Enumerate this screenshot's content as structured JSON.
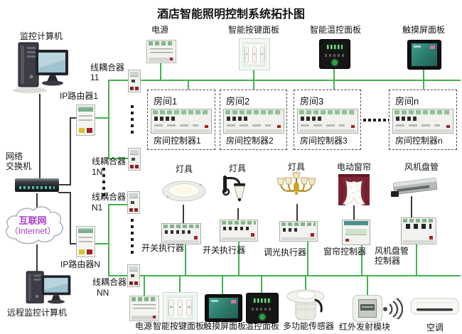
{
  "title": "酒店智能照明控制系统拓扑图",
  "network": {
    "monitor_computer": "监控计算机",
    "ip_router_1": "IP路由器1",
    "network_switch": "网络\n交换机",
    "internet_cn": "互联网",
    "internet_en": "（Internet）",
    "ip_router_n": "IP路由器N",
    "remote_computer": "远程监控计算机"
  },
  "couplers": {
    "label": "线耦合器",
    "ids": [
      "11",
      "1N",
      "N1",
      "NN"
    ]
  },
  "top_devices": {
    "power": "电源",
    "keypad": "智能按键面板",
    "thermostat": "智能温控面板",
    "touchscreen": "触摸屏面板"
  },
  "rooms": [
    {
      "name": "房间1",
      "controller": "房间控制器1"
    },
    {
      "name": "房间2",
      "controller": "房间控制器2"
    },
    {
      "name": "房间3",
      "controller": "房间控制器3"
    },
    {
      "name": "房间n",
      "controller": "房间控制器n"
    }
  ],
  "loads": {
    "lamp_downlight": "灯具",
    "lamp_wall": "灯具",
    "lamp_chandelier": "灯具",
    "motor_curtain": "电动窗帘",
    "fan_coil": "风机盘管"
  },
  "actuators": {
    "switch_actuator_1": "开关执行器",
    "switch_actuator_2": "开关执行器",
    "dimmer_actuator": "调光执行器",
    "curtain_controller": "窗帘控制器",
    "fan_coil_controller": "风机盘管\n控制器"
  },
  "bottom_devices": {
    "power": "电源",
    "keypad": "智能按键面板",
    "touchscreen": "触摸屏面板",
    "thermostat": "温控面板",
    "sensor": "多功能传感器",
    "ir_module": "红外发射模块",
    "air_conditioner": "空调"
  },
  "colors": {
    "bus_green": "#44b24c",
    "wire_dark": "#3a3a3a",
    "internet_text": "#a83cc8"
  }
}
